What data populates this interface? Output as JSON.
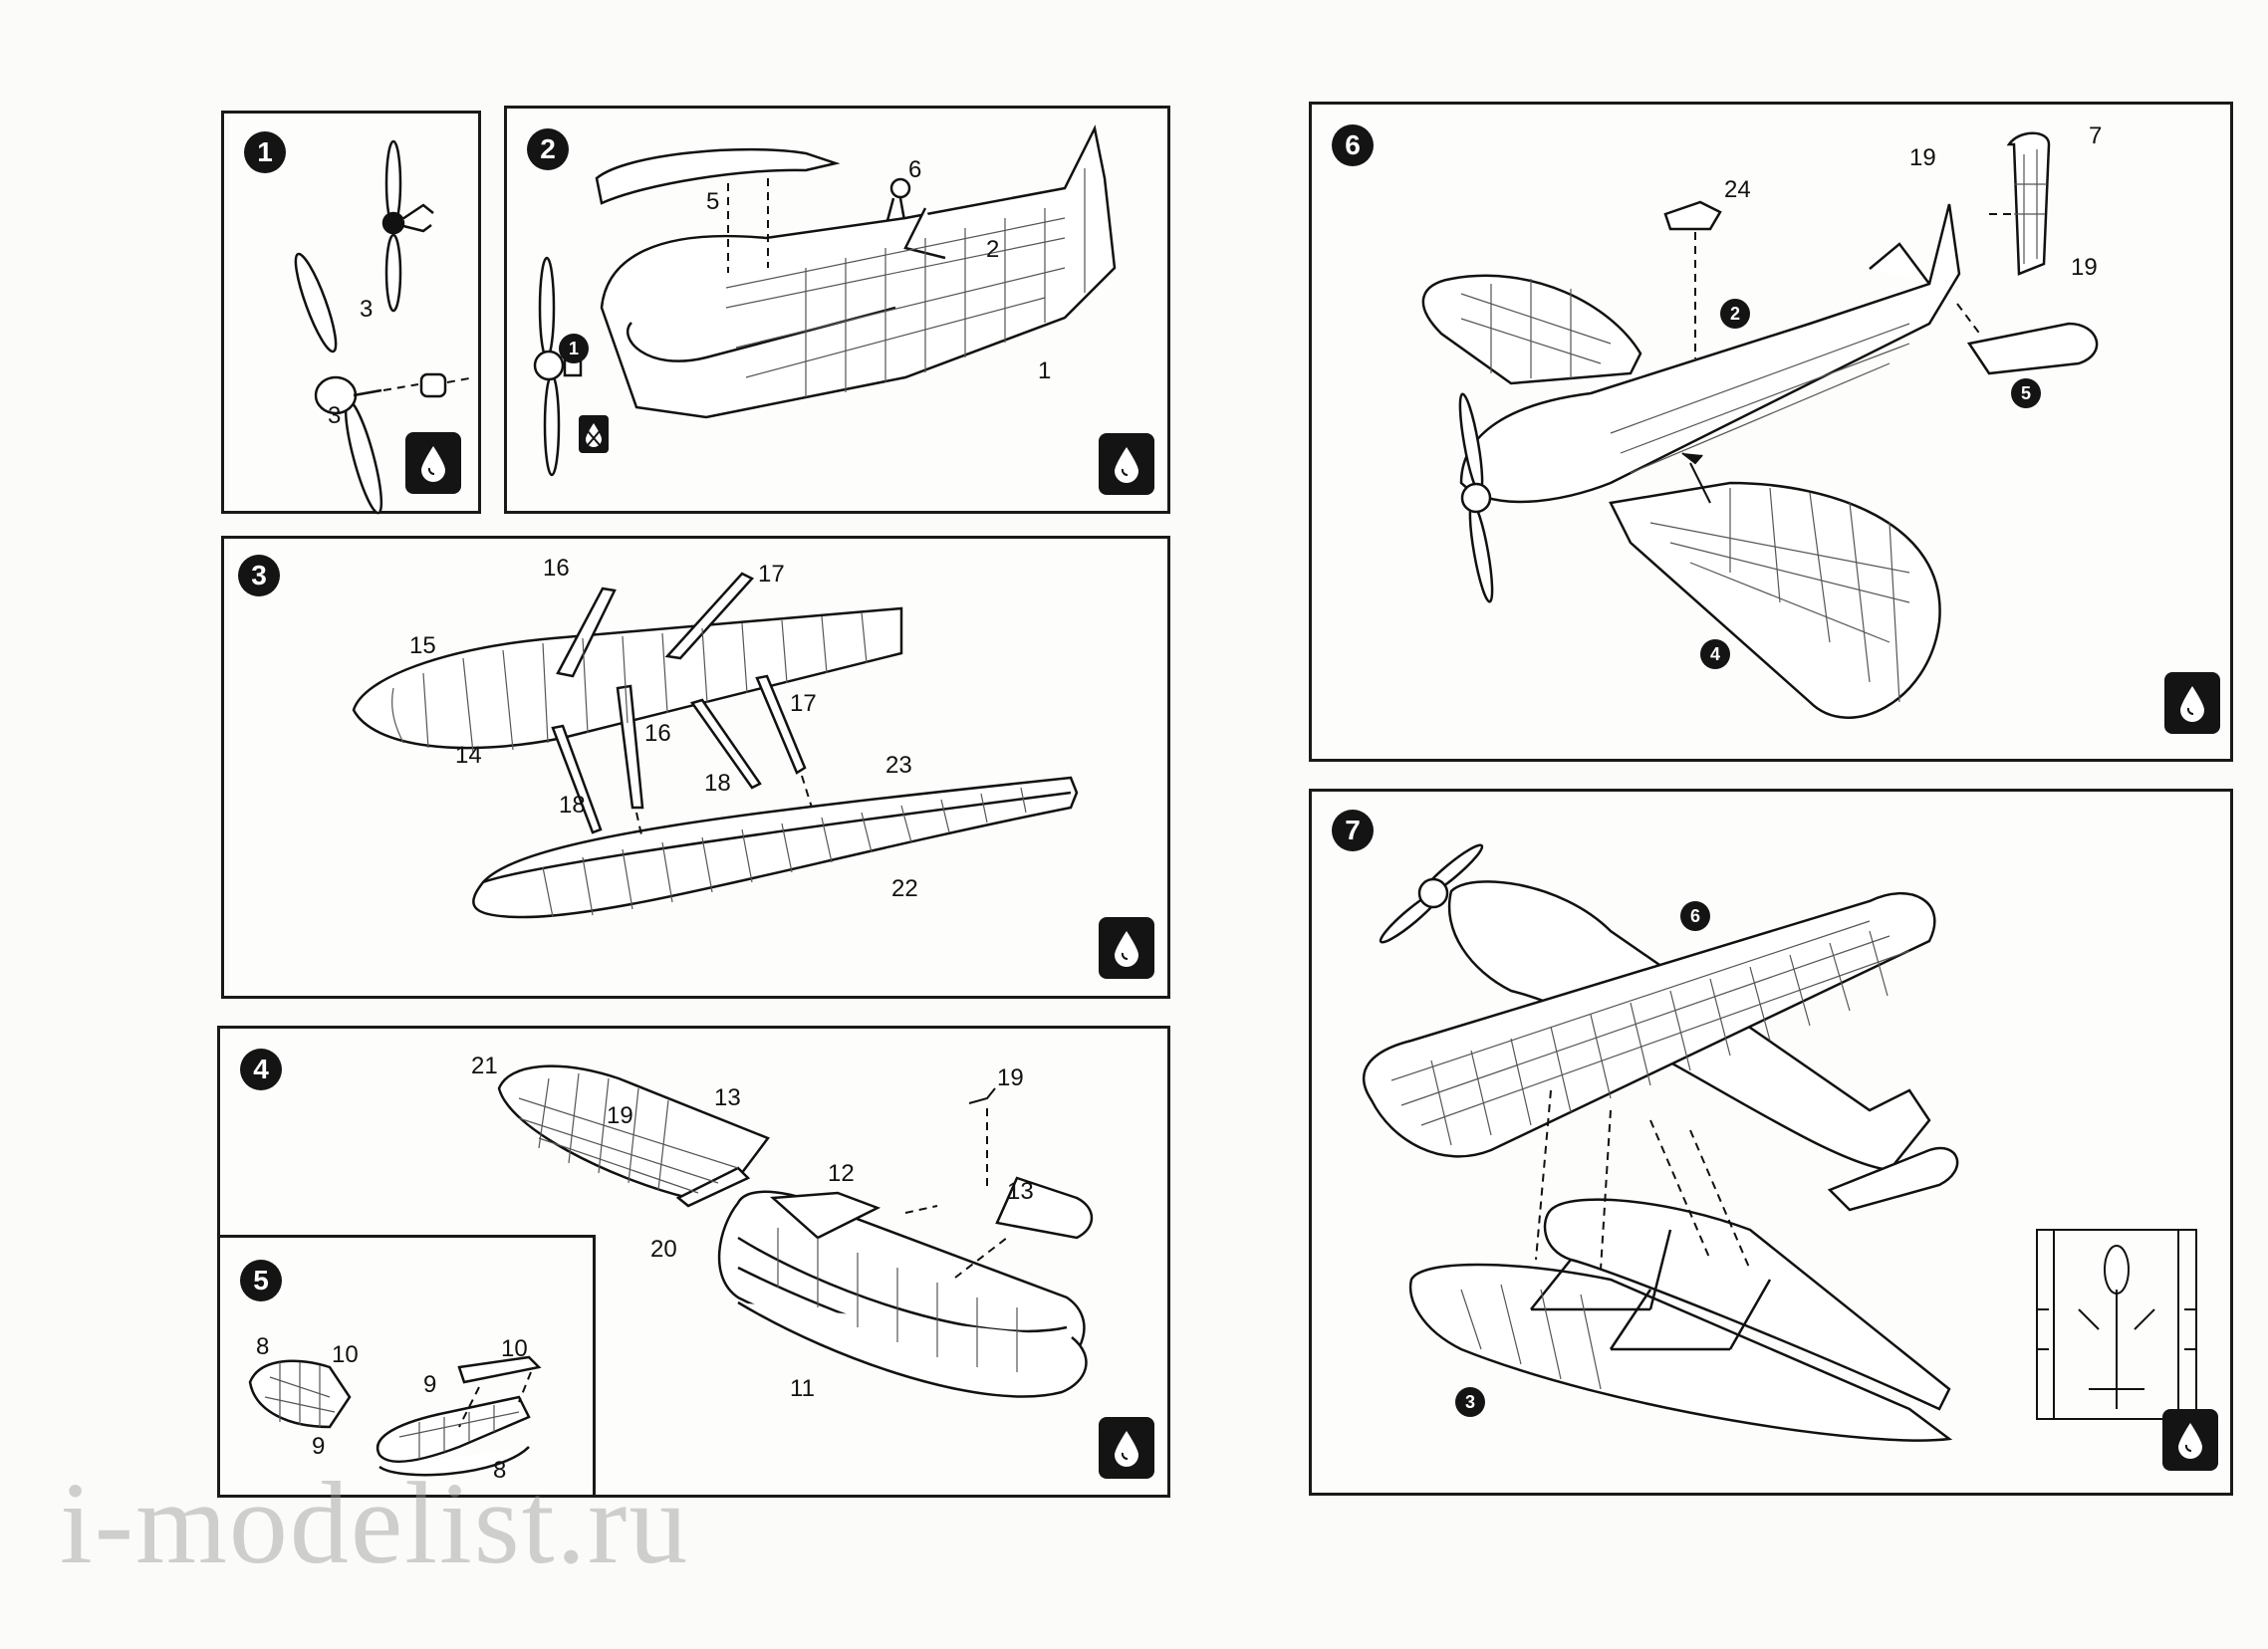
{
  "steps": [
    {
      "number": "1",
      "labels": [
        "3",
        "3"
      ]
    },
    {
      "number": "2",
      "labels": [
        "5",
        "6",
        "2",
        "1",
        "1"
      ]
    },
    {
      "number": "3",
      "labels": [
        "16",
        "17",
        "15",
        "14",
        "16",
        "17",
        "18",
        "18",
        "23",
        "22"
      ]
    },
    {
      "number": "4",
      "labels": [
        "21",
        "19",
        "13",
        "20",
        "19",
        "12",
        "13",
        "11"
      ]
    },
    {
      "number": "5",
      "labels": [
        "8",
        "10",
        "10",
        "9",
        "9",
        "8"
      ]
    },
    {
      "number": "6",
      "labels": [
        "24",
        "19",
        "7",
        "19",
        "2",
        "5",
        "4"
      ]
    },
    {
      "number": "7",
      "labels": [
        "6",
        "3"
      ]
    }
  ],
  "icons": {
    "glue": "glue-drop-icon",
    "no_glue": "no-glue-icon"
  },
  "watermark": "i-modelist.ru",
  "colors": {
    "ink": "#141414",
    "paper": "#fbfbf9",
    "watermark": "#969696"
  }
}
